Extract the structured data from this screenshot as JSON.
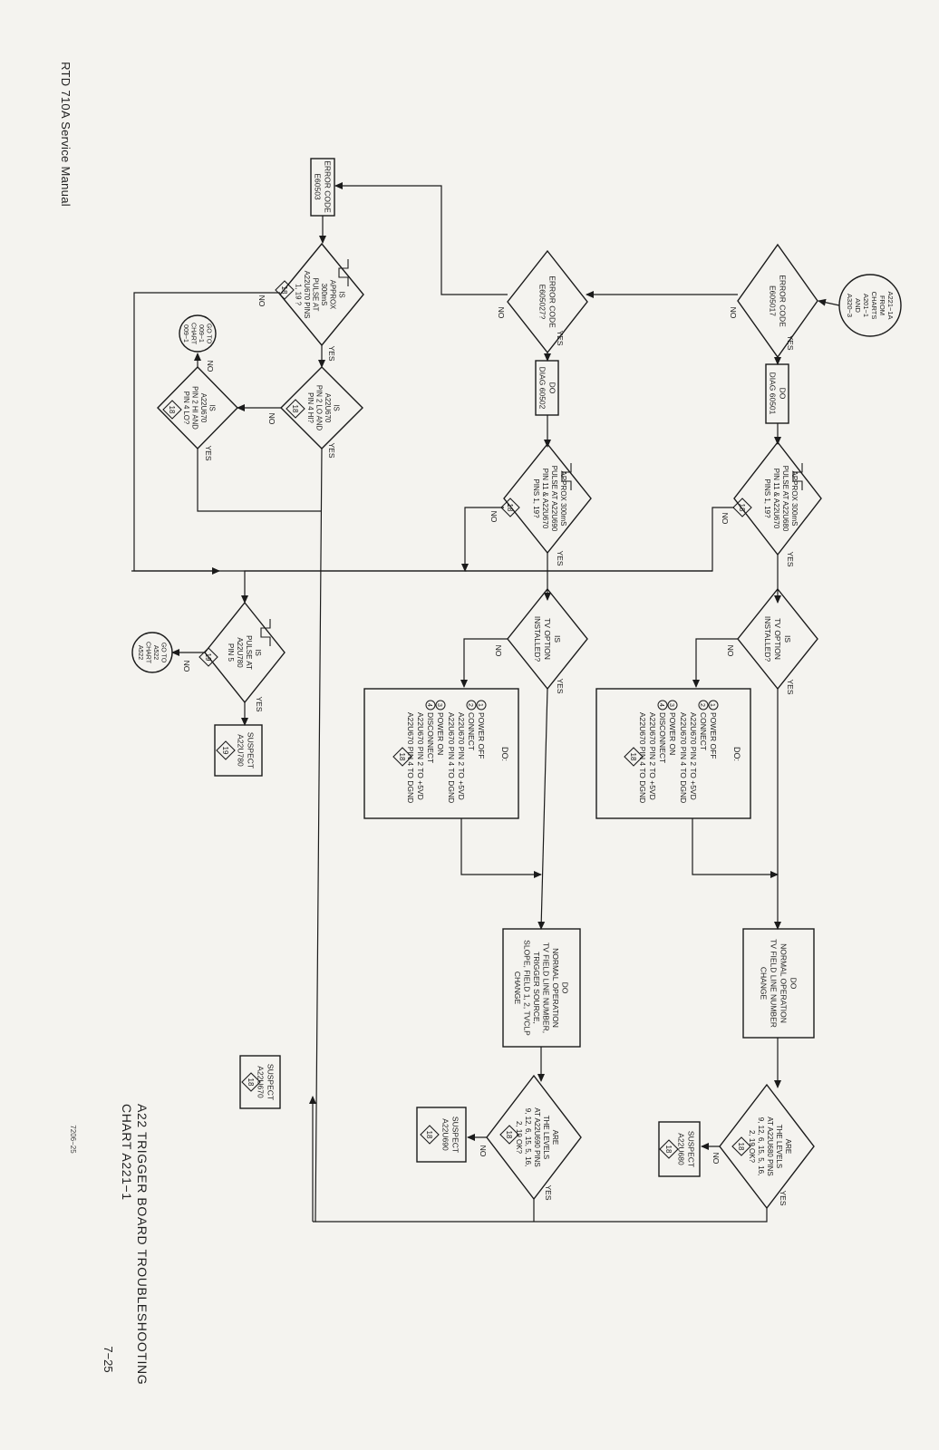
{
  "page": {
    "header": "RTD 710A Service Manual",
    "footer_title_line1": "A22 TRIGGER BOARD TROUBLESHOOTING",
    "footer_title_line2": "CHART A221−1",
    "page_number": "7−25",
    "figure_code": "7206−25"
  },
  "labels": {
    "yes": "YES",
    "no": "NO",
    "is": "IS",
    "do": "DO:"
  },
  "nodes": {
    "start_connector": [
      "A221−1A",
      "FROM",
      "CHARTS",
      "A201−1",
      "AND",
      "A320−3"
    ],
    "error_e605017": [
      "ERROR CODE",
      "E605017"
    ],
    "do_diag_60501": [
      "DO",
      "DIAG 60501"
    ],
    "pulse_a": [
      "APPROX 300mS",
      "PULSE AT A22U680",
      "PIN 11 & A22U670",
      "PINS 1, 19?"
    ],
    "tv_option_a": [
      "IS",
      "TV OPTION",
      "INSTALLED?"
    ],
    "do_steps_a": [
      "POWER OFF",
      "CONNECT",
      "A22U670 PIN 2 TO +5VD",
      "A22U670 PIN 4 TO DGND",
      "POWER ON",
      "DISCONNECT",
      "A22U670 PIN 2 TO +5VD",
      "A22U670 PIN 4 TO DGND"
    ],
    "do_normal_a": [
      "DO",
      "NORMAL OPERATION",
      "TV FIELD LINE NUMBER",
      "CHANGE"
    ],
    "levels_a": [
      "ARE",
      "THE LEVELS",
      "AT A22U680 PINS",
      "9, 12, 6, 15, 5, 16,",
      "2, 19 OK?"
    ],
    "suspect_a22u680": [
      "SUSPECT",
      "A22U680"
    ],
    "error_e605027": [
      "ERROR CODE",
      "E605027?"
    ],
    "do_diag_60502": [
      "DO",
      "DIAG 60502"
    ],
    "pulse_b": [
      "APPROX 300mS",
      "PULSE AT A22U690",
      "PIN 11 & A22U670",
      "PINS 1, 19?"
    ],
    "tv_option_b": [
      "IS",
      "TV OPTION",
      "INSTALLED?"
    ],
    "do_steps_b": [
      "POWER OFF",
      "CONNECT",
      "A22U670 PIN 2 TO +5VD",
      "A22U670 PIN 4 TO DGND",
      "POWER ON",
      "DISCONNECT",
      "A22U670 PIN 2 TO +5VD",
      "A22U670 PIN 4 TO DGND"
    ],
    "do_normal_b": [
      "DO",
      "NORMAL OPERATION",
      "TV FIELD LINE NUMBER,",
      "TRIGGER SOURCE,",
      "SLOPE, FIELD 1, 2, TVCLP",
      "CHANGE"
    ],
    "levels_b": [
      "ARE",
      "THE LEVELS",
      "AT A22U690 PINS",
      "9, 12, 6, 15, 5, 16,",
      "2, 19 OK?"
    ],
    "suspect_a22u690": [
      "SUSPECT",
      "A22U690"
    ],
    "error_e606003": [
      "ERROR CODE",
      "E60503"
    ],
    "pulse_c": [
      "IS",
      "APPROX",
      "300mS",
      "PULSE AT",
      "A22U670 PINS",
      "1, 19 ?"
    ],
    "pin_c": [
      "IS",
      "A22U670",
      "PIN 2 LO AND",
      "PIN 4 HI?"
    ],
    "pin_d": [
      "IS",
      "A22U670",
      "PIN 2 HI AND",
      "PIN 4 LO?"
    ],
    "goto_009": [
      "GO TO",
      "009−1",
      "CHART",
      "009−1"
    ],
    "pulse_e": [
      "IS",
      "PULSE AT",
      "A22U780",
      "PIN 5"
    ],
    "goto_a522": [
      "GO TO",
      "A522",
      "CHART",
      "A522"
    ],
    "suspect_a22u780": [
      "SUSPECT",
      "A22U780"
    ],
    "suspect_a22u670": [
      "SUSPECT",
      "A22U670"
    ]
  },
  "step_numbers": [
    "1",
    "2",
    "3",
    "4"
  ],
  "badges": {
    "b18": "18",
    "b19": "19"
  }
}
